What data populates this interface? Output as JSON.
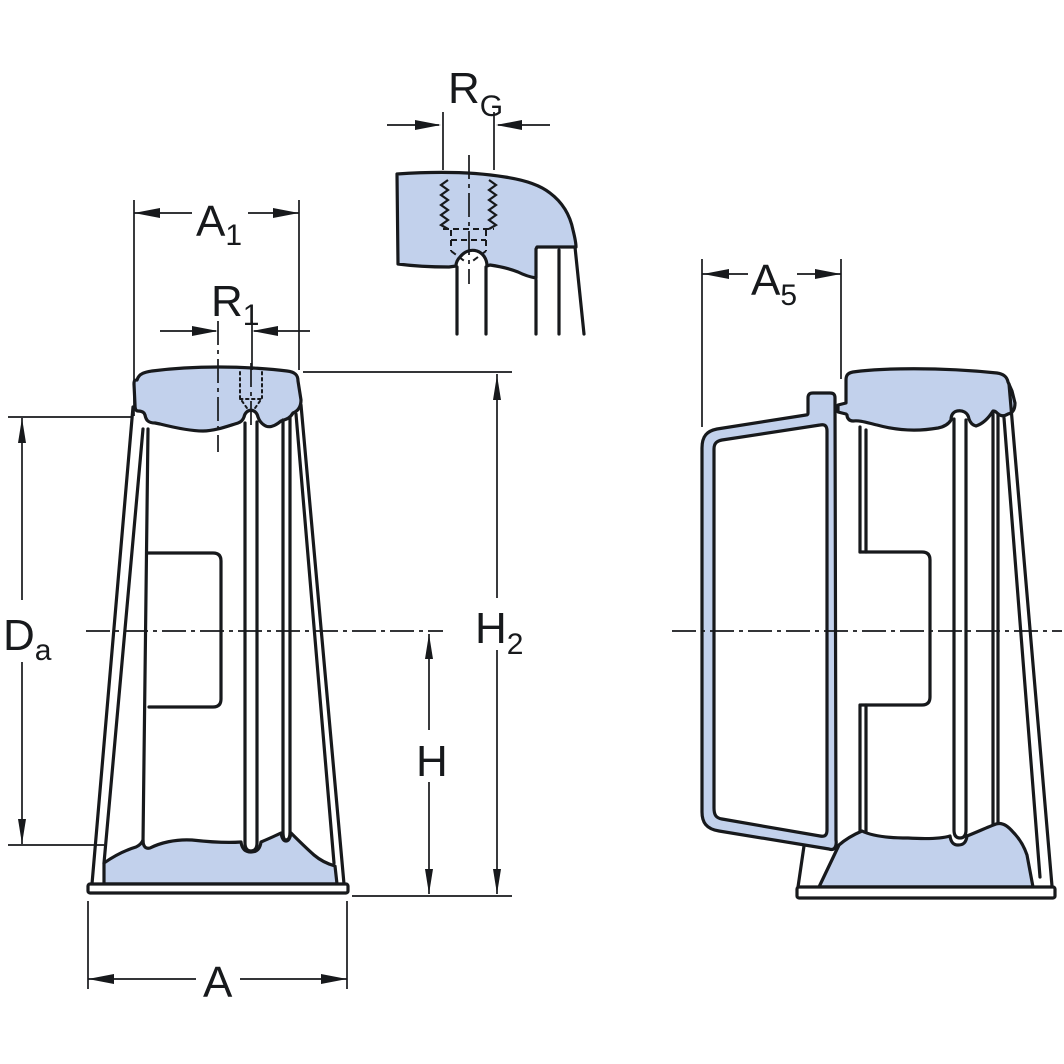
{
  "drawing": {
    "background": "#ffffff",
    "section_fill": "#c2d1ec",
    "line_color": "#17191c"
  },
  "dimensions": {
    "rg": {
      "main": "R",
      "sub": "G"
    },
    "a1": {
      "main": "A",
      "sub": "1"
    },
    "r1": {
      "main": "R",
      "sub": "1"
    },
    "da": {
      "main": "D",
      "sub": "a"
    },
    "h2": {
      "main": "H",
      "sub": "2"
    },
    "h": {
      "main": "H",
      "sub": ""
    },
    "a5": {
      "main": "A",
      "sub": "5"
    },
    "a": {
      "main": "A",
      "sub": ""
    }
  }
}
